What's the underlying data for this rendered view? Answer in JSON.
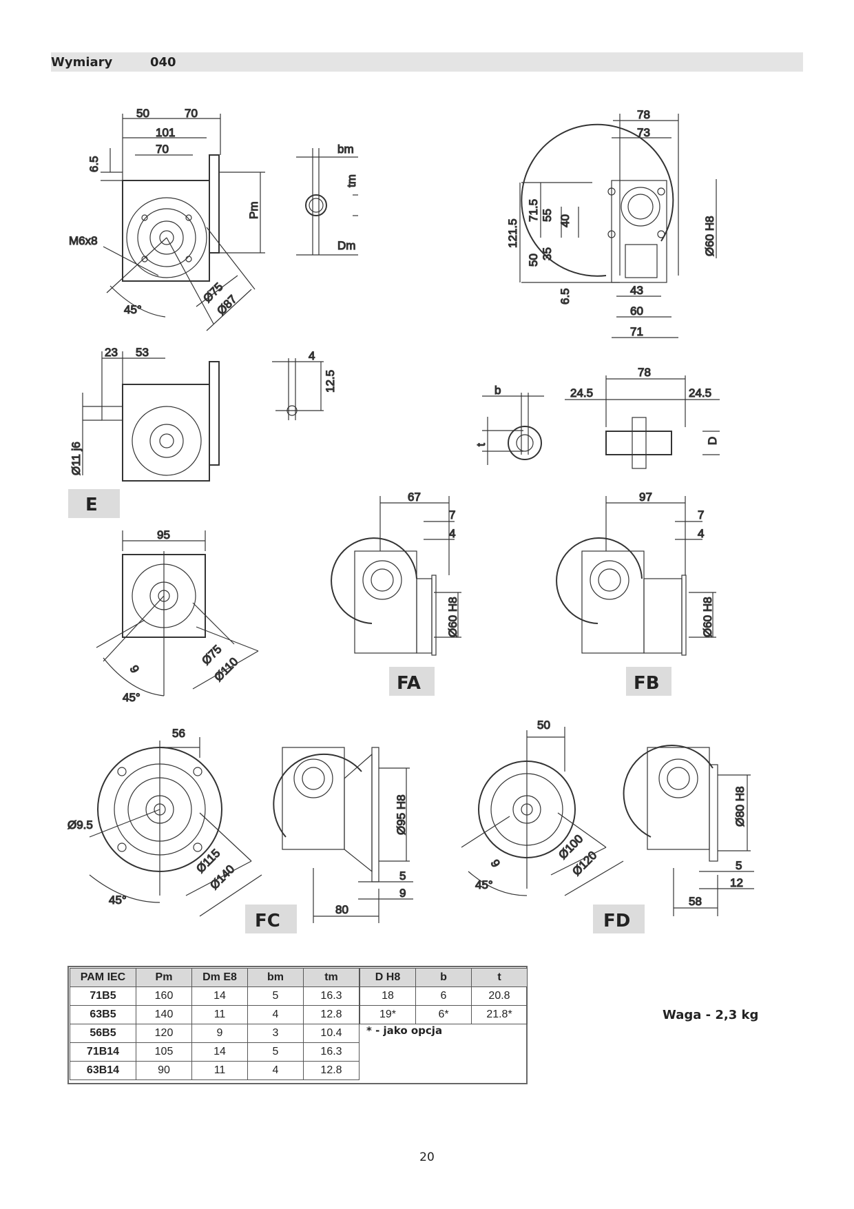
{
  "header": {
    "title": "Wymiary",
    "size": "040"
  },
  "views": {
    "main": {
      "dims": [
        "50",
        "70",
        "101",
        "70",
        "6.5",
        "M6x8",
        "Pm",
        "45°",
        "Ø75",
        "Ø87"
      ]
    },
    "shaft": {
      "dims": [
        "bm",
        "tm",
        "Dm"
      ]
    },
    "side": {
      "dims": [
        "78",
        "73",
        "121.5",
        "71.5",
        "55",
        "40",
        "50",
        "35",
        "6.5",
        "43",
        "60",
        "71",
        "Ø60 H8"
      ]
    },
    "e_view": {
      "label": "E",
      "dims": [
        "23",
        "53",
        "Ø11 j6"
      ]
    },
    "key": {
      "dims": [
        "4",
        "12.5"
      ]
    },
    "hollow": {
      "dims": [
        "b",
        "t",
        "78",
        "24.5",
        "24.5",
        "D"
      ]
    },
    "flange95": {
      "dims": [
        "95",
        "9",
        "45°",
        "Ø75",
        "Ø110"
      ]
    },
    "fa": {
      "label": "FA",
      "dims": [
        "67",
        "7",
        "4",
        "Ø60 H8"
      ]
    },
    "fb": {
      "label": "FB",
      "dims": [
        "97",
        "7",
        "4",
        "Ø60 H8"
      ]
    },
    "fc": {
      "label": "FC",
      "dims": [
        "56",
        "Ø9.5",
        "45°",
        "Ø115",
        "Ø140",
        "Ø95 H8",
        "5",
        "9",
        "80"
      ]
    },
    "fd": {
      "label": "FD",
      "dims": [
        "50",
        "9",
        "45°",
        "Ø100",
        "Ø120",
        "Ø80 H8",
        "5",
        "12",
        "58"
      ]
    }
  },
  "table1": {
    "headers": [
      "PAM IEC",
      "Pm",
      "Dm E8",
      "bm",
      "tm"
    ],
    "rows": [
      [
        "71B5",
        "160",
        "14",
        "5",
        "16.3"
      ],
      [
        "63B5",
        "140",
        "11",
        "4",
        "12.8"
      ],
      [
        "56B5",
        "120",
        "9",
        "3",
        "10.4"
      ],
      [
        "71B14",
        "105",
        "14",
        "5",
        "16.3"
      ],
      [
        "63B14",
        "90",
        "11",
        "4",
        "12.8"
      ]
    ]
  },
  "table2": {
    "headers": [
      "D H8",
      "b",
      "t"
    ],
    "rows": [
      [
        "18",
        "6",
        "20.8"
      ],
      [
        "19*",
        "6*",
        "21.8*"
      ]
    ],
    "note": "* - jako opcja"
  },
  "weight": "Waga - 2,3 kg",
  "page_number": "20"
}
